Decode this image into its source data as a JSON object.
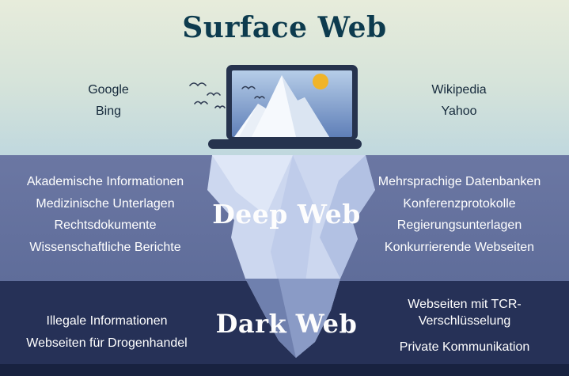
{
  "surface": {
    "title": "Surface Web",
    "left_labels": [
      "Google",
      "Bing"
    ],
    "right_labels": [
      "Wikipedia",
      "Yahoo"
    ]
  },
  "deep": {
    "title": "Deep Web",
    "left_labels": [
      "Akademische Informationen",
      "Medizinische Unterlagen",
      "Rechtsdokumente",
      "Wissenschaftliche Berichte"
    ],
    "right_labels": [
      "Mehrsprachige Datenbanken",
      "Konferenzprotokolle",
      "Regierungsunterlagen",
      "Konkurrierende Webseiten"
    ]
  },
  "dark": {
    "title": "Dark Web",
    "left_labels": [
      "Illegale Informationen",
      "Webseiten für Drogenhandel"
    ],
    "right_labels": [
      "Webseiten mit TCR-Verschlüsselung",
      "Private Kommunikation"
    ]
  },
  "icons": {
    "laptop": "laptop-icon",
    "sun": "sun-icon",
    "birds": "bird-icon",
    "iceberg": "iceberg-icon"
  },
  "colors": {
    "sky_top": "#e7ecdb",
    "sky_bottom": "#c0d8de",
    "deep_band_top": "#6b77a3",
    "deep_band_bottom": "#5f6d9a",
    "dark_band": "#263157",
    "footer_band": "#182240",
    "title_text": "#0d3b4e",
    "surface_text": "#15293b",
    "band_text": "#ffffff",
    "laptop_body": "#26334e",
    "sun": "#f0b429",
    "iceberg_light": "#f6f9fd",
    "iceberg_deep": "#ccd7ef",
    "iceberg_dark": "#8090bc"
  }
}
